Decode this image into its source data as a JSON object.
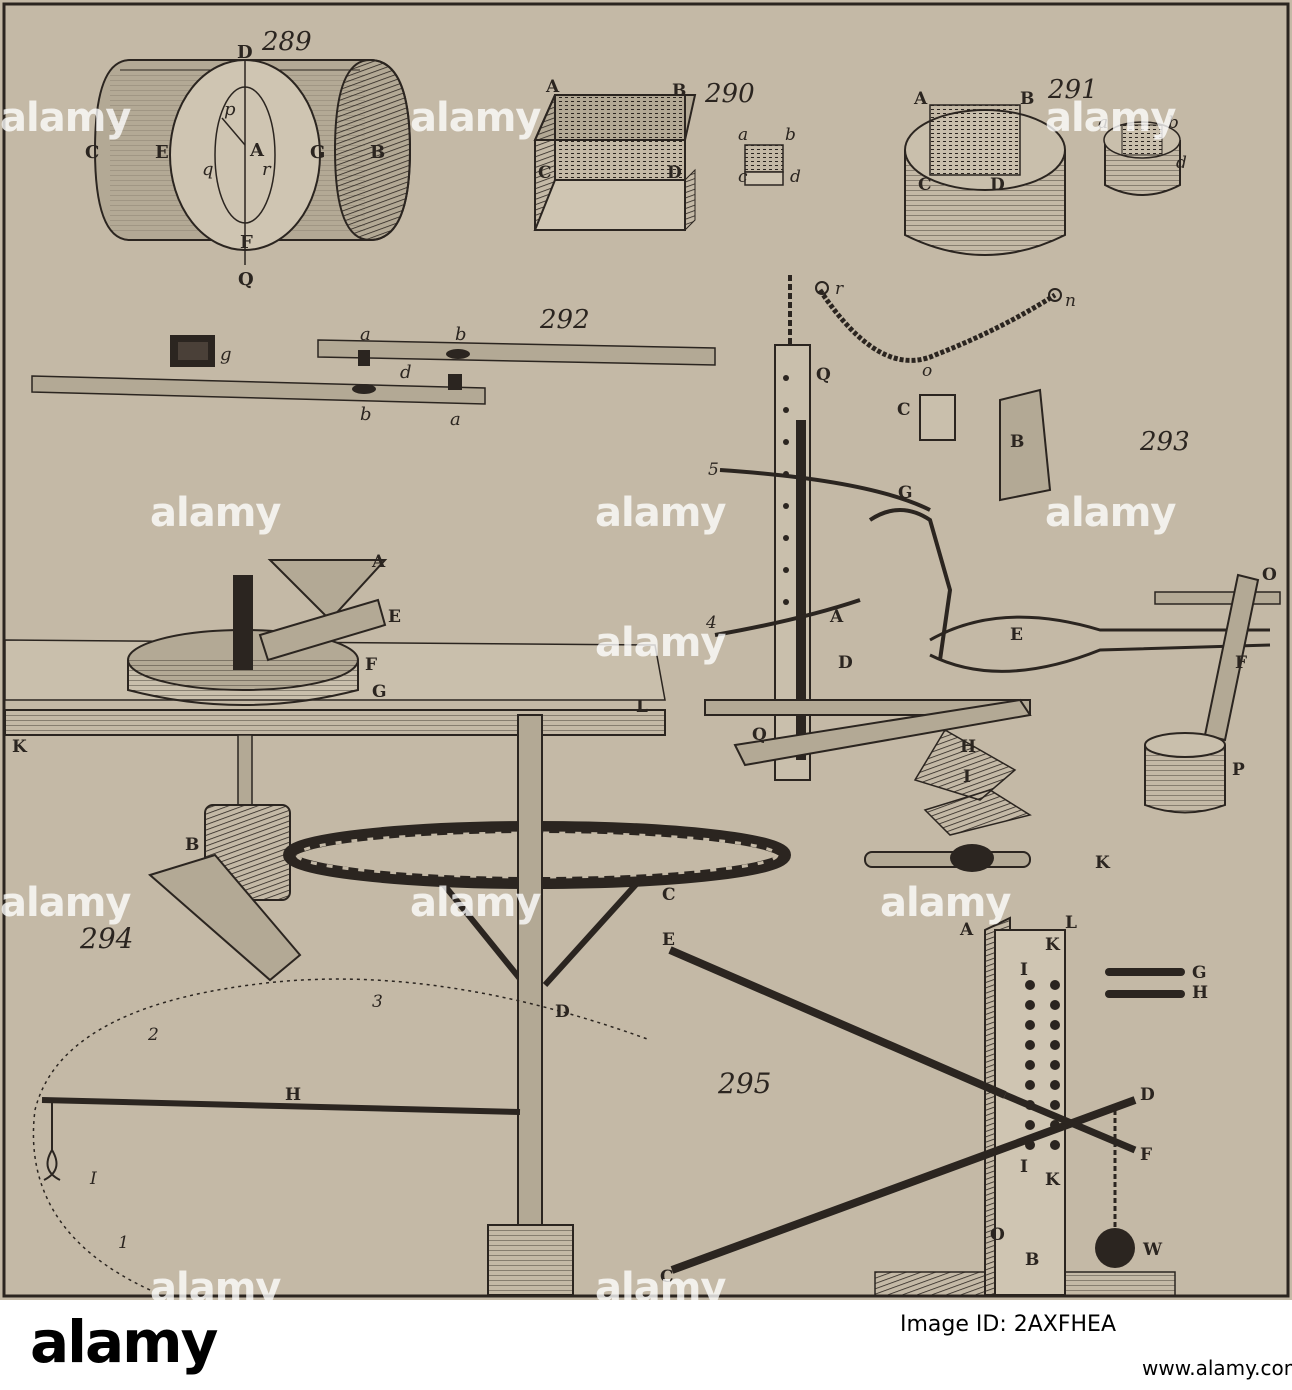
{
  "figures": {
    "f289": {
      "number": "289",
      "labels": [
        "D",
        "C",
        "E",
        "A",
        "G",
        "B",
        "p",
        "q",
        "r",
        "F",
        "Q"
      ]
    },
    "f290": {
      "number": "290",
      "labels": [
        "A",
        "B",
        "C",
        "D",
        "a",
        "b",
        "c",
        "d"
      ]
    },
    "f291": {
      "number": "291",
      "labels": [
        "A",
        "B",
        "C",
        "D",
        "a",
        "b",
        "d"
      ]
    },
    "f292": {
      "number": "292",
      "labels": [
        "g",
        "a",
        "b",
        "d",
        "b",
        "a"
      ]
    },
    "f293": {
      "number": "293",
      "labels": [
        "r",
        "n",
        "o",
        "Q",
        "C",
        "B",
        "5",
        "G",
        "4",
        "A",
        "D",
        "E",
        "O",
        "F",
        "Q",
        "H",
        "I",
        "K",
        "P"
      ]
    },
    "f294": {
      "number": "294",
      "labels": [
        "A",
        "E",
        "F",
        "G",
        "K",
        "L",
        "B",
        "C",
        "D",
        "3",
        "2",
        "H",
        "I",
        "1"
      ]
    },
    "f295": {
      "number": "295",
      "labels": [
        "A",
        "L",
        "I",
        "K",
        "G",
        "H",
        "E",
        "D",
        "F",
        "I",
        "K",
        "C",
        "O",
        "B",
        "W"
      ]
    }
  },
  "watermark": {
    "text": "alamy"
  },
  "footer": {
    "brand": "alamy",
    "id_line": "Image ID: 2AXFHEA",
    "url": "www.alamy.com"
  },
  "colors": {
    "paper": "#c4b9a6",
    "ink": "#2b2520",
    "footer": "#ffffff"
  }
}
